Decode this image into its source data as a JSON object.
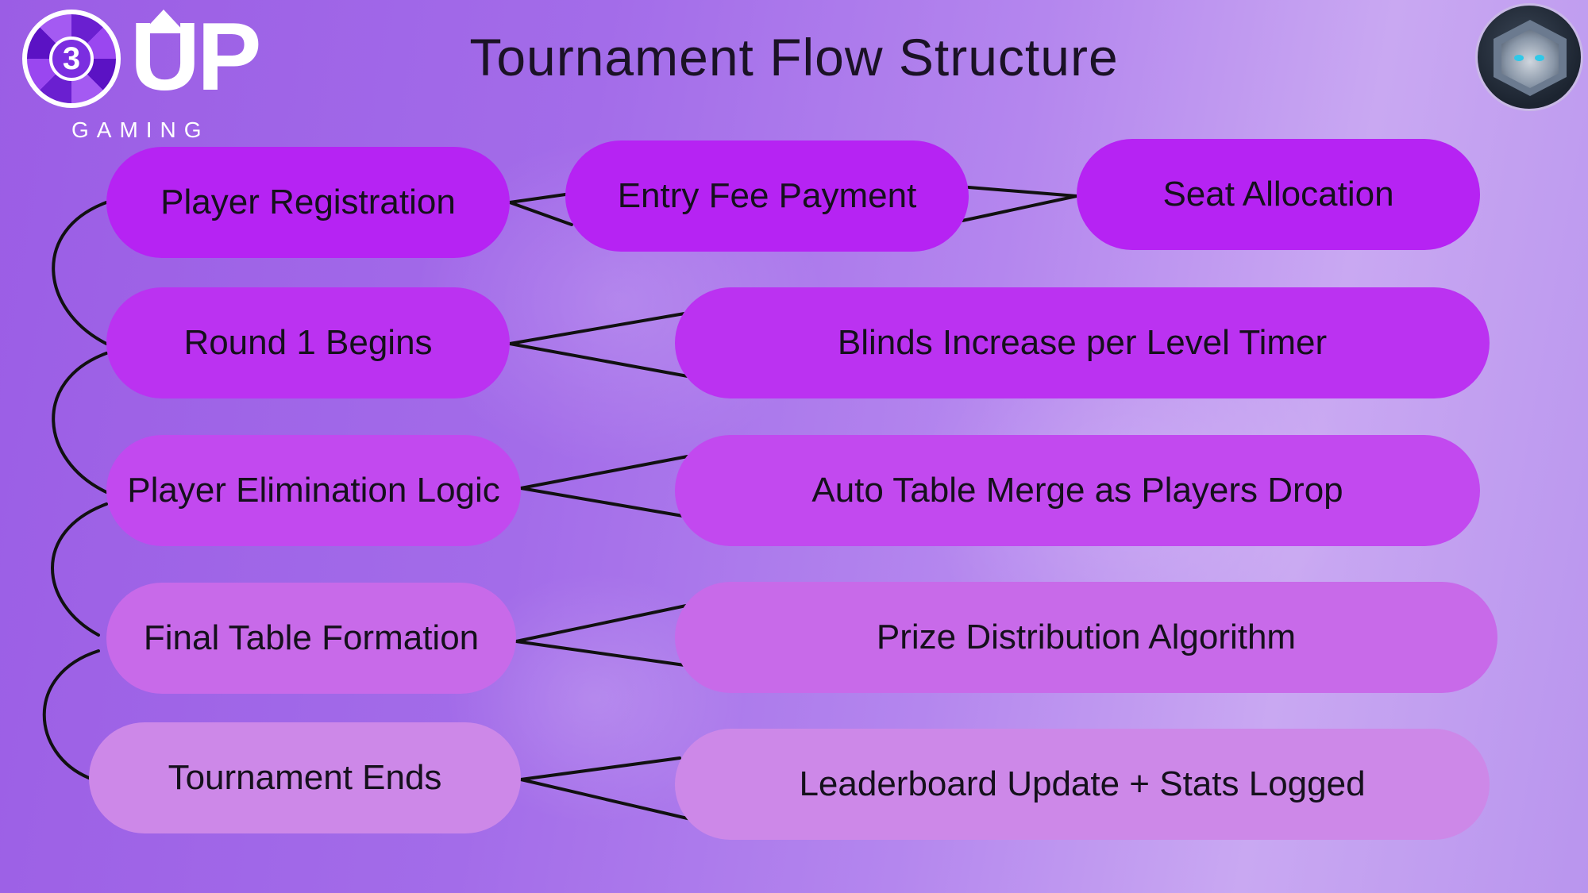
{
  "title": "Tournament Flow Structure",
  "logo": {
    "chip_number": "3",
    "wordmark": "UP",
    "subtitle": "GAMING"
  },
  "badge": {
    "icon": "gorilla-emblem-icon"
  },
  "colors": {
    "pill_row1": "#b623f3",
    "pill_row2": "#bb32f1",
    "pill_row3": "#c249ef",
    "pill_row4": "#c86ae9",
    "pill_row5": "#cd88e8",
    "connector": "#111111"
  },
  "flow": {
    "top_row": [
      "Player Registration",
      "Entry Fee Payment",
      "Seat Allocation"
    ],
    "steps": [
      {
        "stage": "Player Registration",
        "detail": ""
      },
      {
        "stage": "Round 1 Begins",
        "detail": "Blinds Increase per Level Timer"
      },
      {
        "stage": "Player Elimination Logic",
        "detail": "Auto Table Merge as Players Drop"
      },
      {
        "stage": "Final Table Formation",
        "detail": "Prize Distribution Algorithm"
      },
      {
        "stage": "Tournament Ends",
        "detail": "Leaderboard Update + Stats Logged"
      }
    ]
  }
}
